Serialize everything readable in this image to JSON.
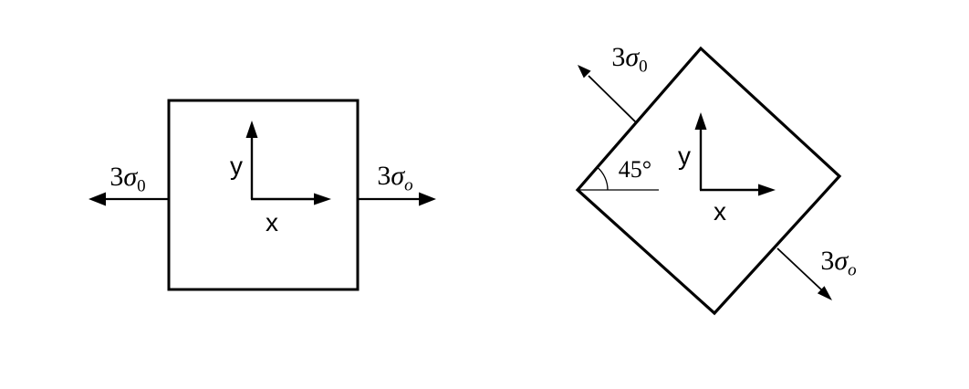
{
  "colors": {
    "ink": "#000000",
    "background": "#ffffff"
  },
  "left_figure": {
    "left_load": {
      "coefficient": "3",
      "symbol": "σ",
      "subscript": "0"
    },
    "right_load": {
      "coefficient": "3",
      "symbol": "σ",
      "subscript": "o"
    },
    "axes": {
      "x_label": "x",
      "y_label": "y"
    }
  },
  "right_figure": {
    "upper_left_load": {
      "coefficient": "3",
      "symbol": "σ",
      "subscript": "0"
    },
    "lower_right_load": {
      "coefficient": "3",
      "symbol": "σ",
      "subscript": "o"
    },
    "angle_label": "45°",
    "axes": {
      "x_label": "x",
      "y_label": "y"
    }
  }
}
